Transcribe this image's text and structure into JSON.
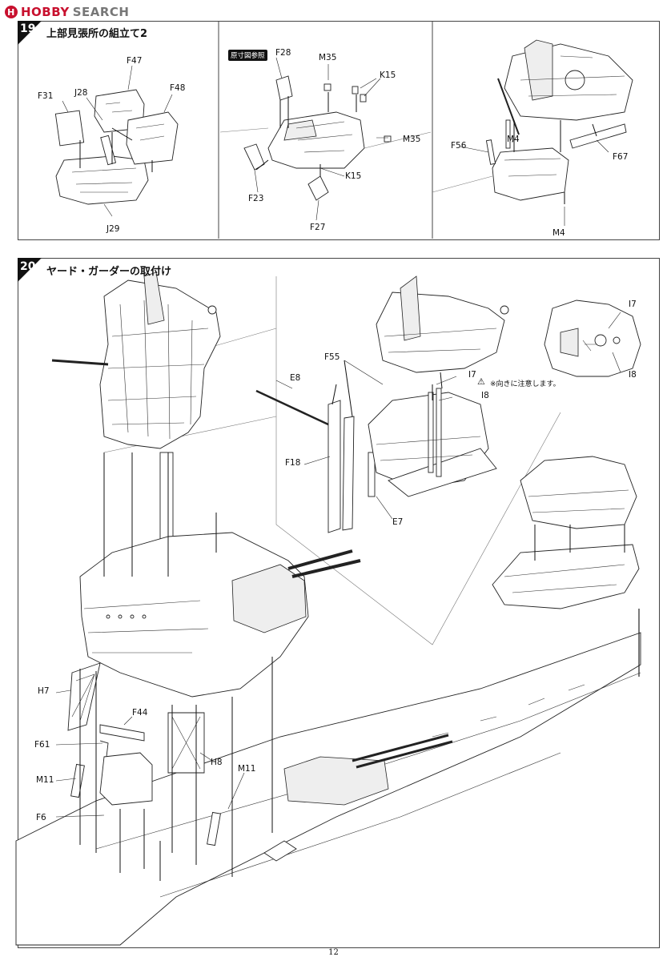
{
  "watermark": {
    "brand_part1": "HOBBY",
    "brand_part2": "SEARCH"
  },
  "step19": {
    "number": "19",
    "title": "上部見張所の組立て2",
    "ref_badge": "原寸図参照",
    "labels": {
      "F47": "F47",
      "F48": "F48",
      "F31": "F31",
      "J28": "J28",
      "J29": "J29",
      "F28": "F28",
      "M35a": "M35",
      "K15a": "K15",
      "M35b": "M35",
      "K15b": "K15",
      "F23": "F23",
      "F27": "F27",
      "F56": "F56",
      "M4a": "M4",
      "F67": "F67",
      "M4b": "M4"
    }
  },
  "step20": {
    "number": "20",
    "title": "ヤード・ガーダーの取付け",
    "note": "※向きに注意します。",
    "labels": {
      "E8": "E8",
      "F55": "F55",
      "I7a": "I7",
      "I8a": "I8",
      "F18": "F18",
      "E7": "E7",
      "I7b": "I7",
      "I8b": "I8",
      "H7": "H7",
      "F44": "F44",
      "F61": "F61",
      "H8": "H8",
      "M11a": "M11",
      "M11b": "M11",
      "F6": "F6"
    }
  },
  "page_number": "12"
}
